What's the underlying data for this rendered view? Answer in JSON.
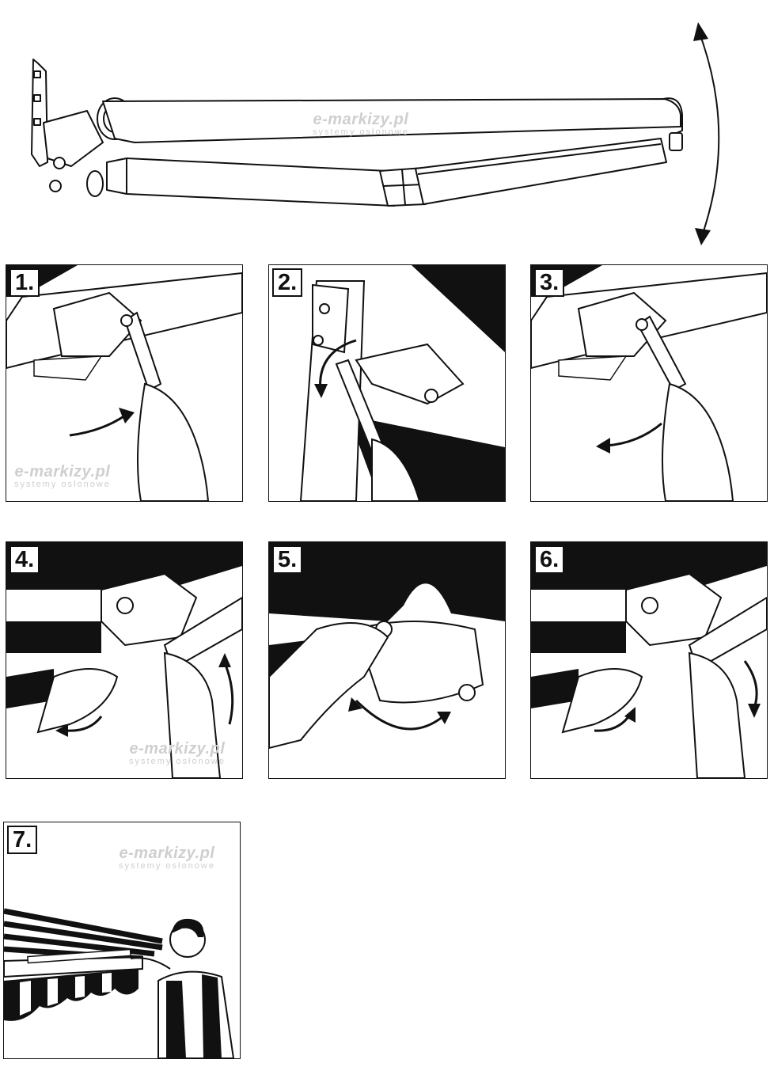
{
  "watermark": {
    "brand": "e-markizy.pl",
    "tagline": "systemy osłonowe"
  },
  "steps": [
    {
      "label": "1."
    },
    {
      "label": "2."
    },
    {
      "label": "3."
    },
    {
      "label": "4."
    },
    {
      "label": "5."
    },
    {
      "label": "6."
    },
    {
      "label": "7."
    }
  ],
  "icons": {
    "overview": "awning-arm-icon",
    "swing": "double-arrow-arc-icon",
    "rotate": "rotation-arrow-icon"
  },
  "colors": {
    "ink": "#111111",
    "paper": "#ffffff",
    "watermark": "#cfcfcf"
  }
}
